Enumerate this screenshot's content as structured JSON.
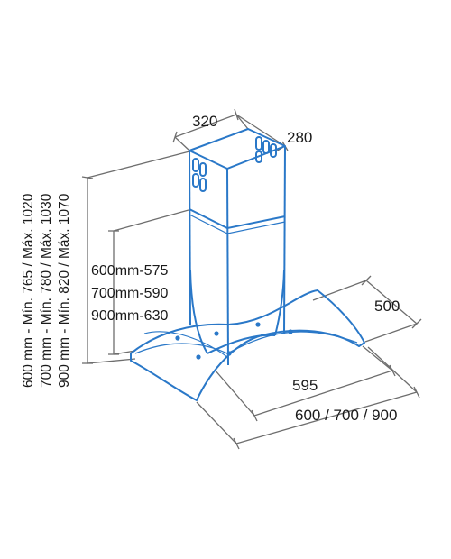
{
  "dimensions": {
    "chimney_width": "320",
    "chimney_depth": "280",
    "hood_depth": "500",
    "glass_width": "595",
    "hood_width": "600 / 700 / 900",
    "chimney_heights": [
      "600mm-575",
      "700mm-590",
      "900mm-630"
    ],
    "total_heights": [
      "600 mm - Mín. 765 / Máx. 1020",
      "700 mm - Mín. 780 / Máx. 1030",
      "900 mm - Mín. 820 / Máx. 1070"
    ]
  },
  "colors": {
    "outline": "#2a78c8",
    "dimension_line": "#6e6e6e",
    "text": "#1a1a1a"
  }
}
